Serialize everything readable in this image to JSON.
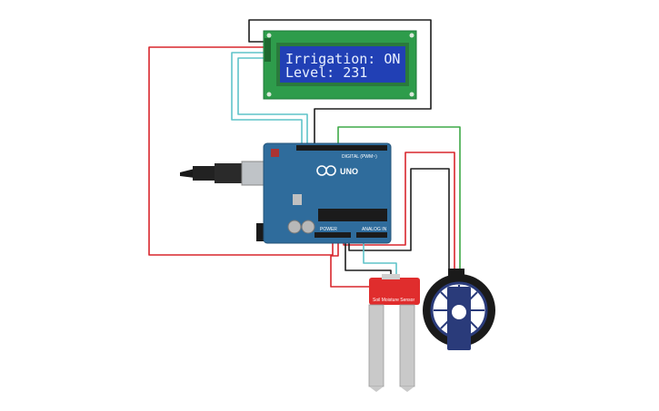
{
  "lcd": {
    "line1": "Irrigation: ON",
    "line2": "Level: 231"
  },
  "arduino": {
    "model": "UNO",
    "header_digital": "DIGITAL (PWM~)",
    "header_power": "POWER",
    "header_analog": "ANALOG IN"
  },
  "sensor": {
    "label": "Soil Moisture Sensor"
  },
  "colors": {
    "wire_red": "#d8262d",
    "wire_black": "#1e1e1e",
    "wire_teal": "#5fc3c9",
    "wire_green": "#3faa48",
    "board_blue": "#2f6c9c",
    "lcd_green": "#2e9c4b",
    "lcd_screen": "#2140b5",
    "sensor_red": "#e02d2d"
  }
}
